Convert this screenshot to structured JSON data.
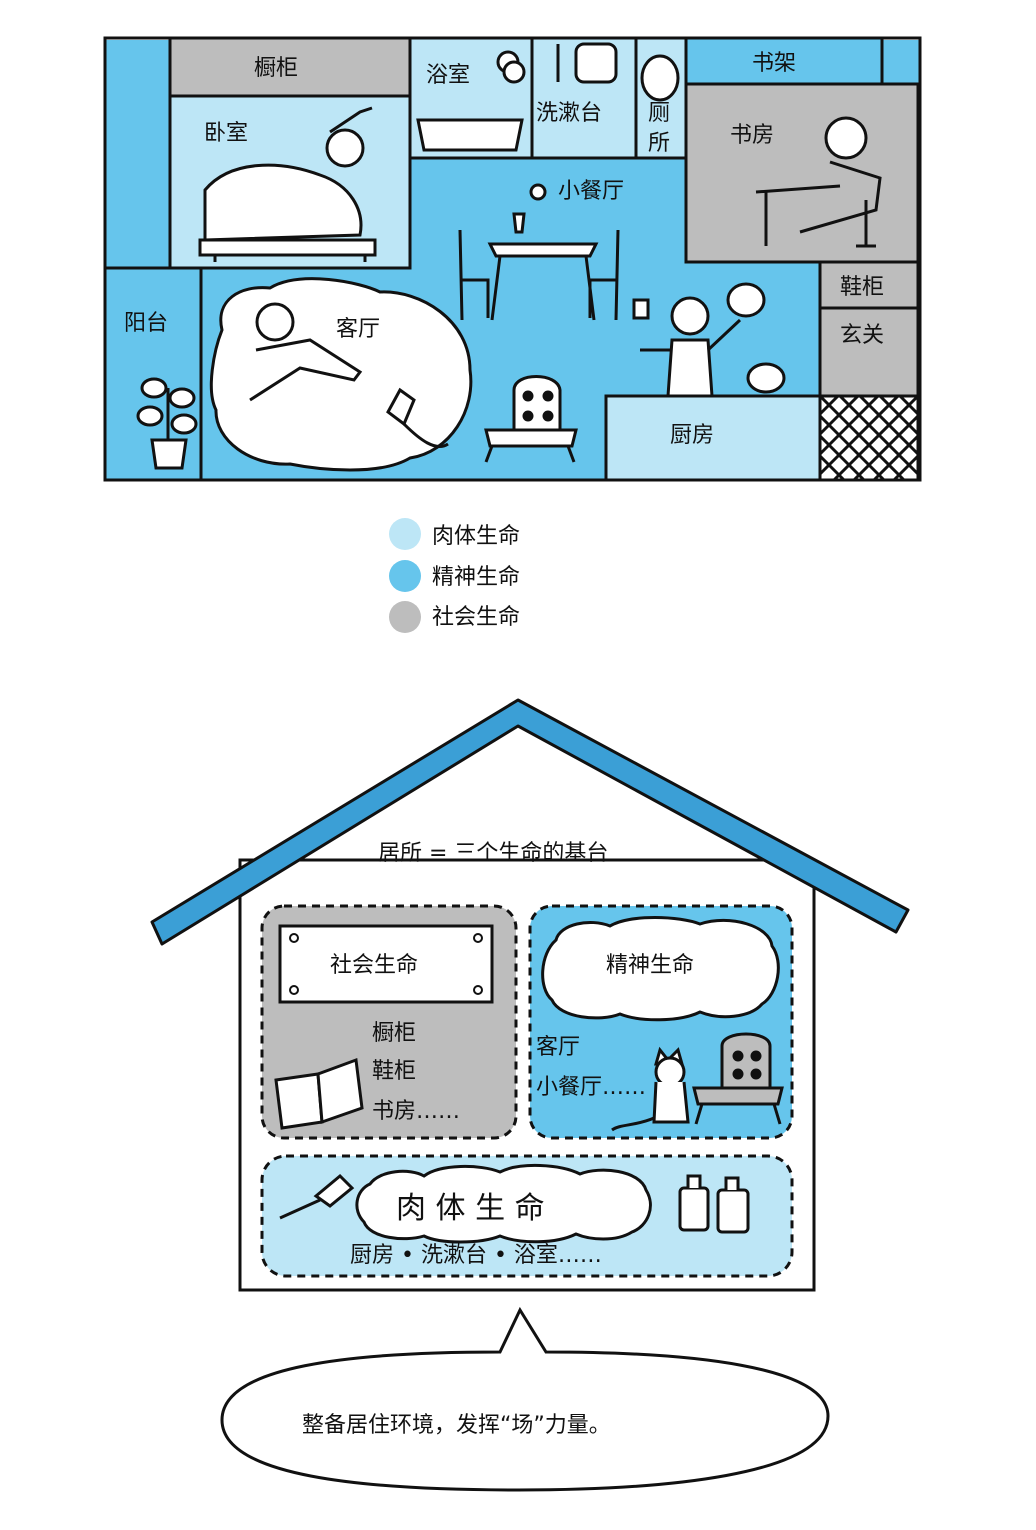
{
  "floor_plan": {
    "rooms": {
      "wardrobe": "橱柜",
      "bathroom": "浴室",
      "washbasin": "洗漱台",
      "toilet": "厕所",
      "bookshelf": "书架",
      "bedroom": "卧室",
      "study": "书房",
      "dining": "小餐厅",
      "balcony": "阳台",
      "living": "客厅",
      "shoe_cabinet": "鞋柜",
      "entrance": "玄关",
      "kitchen": "厨房"
    }
  },
  "legend": [
    {
      "label": "肉体生命",
      "color": "#bde6f6"
    },
    {
      "label": "精神生命",
      "color": "#66c5ec"
    },
    {
      "label": "社会生命",
      "color": "#bdbdbd"
    }
  ],
  "house": {
    "title": "居所 = 三个生命的基台",
    "social": {
      "sign": "社会生命",
      "items": [
        "橱柜",
        "鞋柜",
        "书房……"
      ]
    },
    "spiritual": {
      "cloud": "精神生命",
      "items": [
        "客厅",
        "小餐厅……"
      ]
    },
    "physical": {
      "cloud": "肉 体 生 命",
      "items": "厨房 • 洗漱台 • 浴室……"
    }
  },
  "speech_bubble": "整备居住环境，发挥“场”力量。",
  "colors": {
    "physical": "#bde6f6",
    "spiritual": "#66c5ec",
    "social": "#bdbdbd",
    "roof": "#3b9fd6",
    "line": "#111111"
  }
}
